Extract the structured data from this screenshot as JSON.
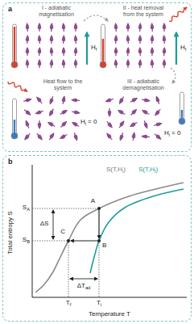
{
  "diagram": {
    "nodes": [
      {
        "text": [
          "a"
        ]
      },
      {
        "text": [
          "b"
        ]
      }
    ],
    "labels": [
      "I - adiabatic magnetisation",
      "II - heat removal from the system",
      "Heat flow to the system",
      "III - adiabatic demagnetisation",
      "H",
      "f",
      "H",
      "f",
      "H",
      "i",
      "= 0",
      "H",
      "i",
      "= 0",
      "S",
      "A",
      "S",
      "B",
      "ΔS",
      "A",
      "B",
      "C",
      "S(T,H",
      "i",
      ")",
      "S(T,H",
      "f",
      ")",
      "T",
      "f",
      "T",
      "i",
      "ΔT",
      "ad",
      "Total entropy S",
      "Temperature T"
    ]
  }
}
